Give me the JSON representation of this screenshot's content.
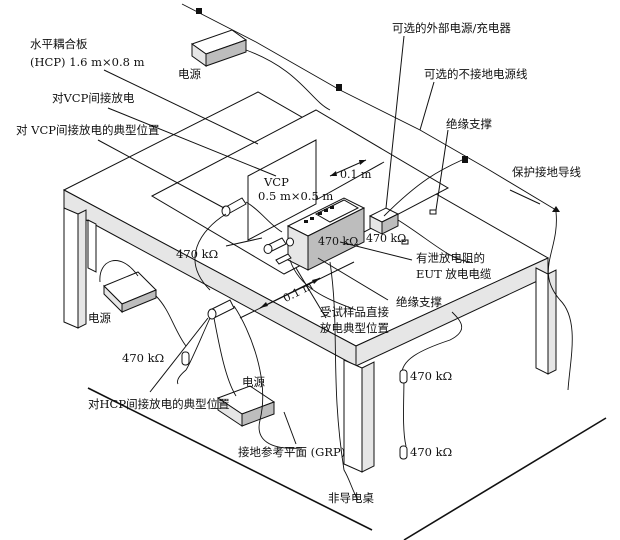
{
  "labels": {
    "hcp_title": "水平耦合板",
    "hcp_size": "(HCP) 1.6 m×0.8 m",
    "power_top": "电源",
    "vcp_indirect": "对VCP间接放电",
    "vcp_typical": "对 VCP间接放电的典型位置",
    "vcp_name": "VCP",
    "vcp_size": "0.5 m×0.5 m",
    "dist_top": "0.1 m",
    "dist_bottom": "0.1 m",
    "ext_power": "可选的外部电源/充电器",
    "ungrounded_cable": "可选的不接地电源线",
    "insul_support_1": "绝缘支撑",
    "protective_ground": "保护接地导线",
    "r_left": "470 kΩ",
    "r_mid": "470 kΩ",
    "r_right": "470 kΩ",
    "bleed_cable_1": "有泄放电阻的",
    "bleed_cable_2": "EUT 放电电缆",
    "insul_support_2": "绝缘支撑",
    "eut_direct_1": "受试样品直接",
    "eut_direct_2": "放电典型位置",
    "power_left": "电源",
    "r_bottom_left": "470 kΩ",
    "r_leg_1": "470 kΩ",
    "r_leg_2": "470 kΩ",
    "power_bottom": "电源",
    "hcp_typical": "对HCP间接放电的典型位置",
    "grp": "接地参考平面 (GRP)",
    "nonconductive_table": "非导电桌"
  }
}
